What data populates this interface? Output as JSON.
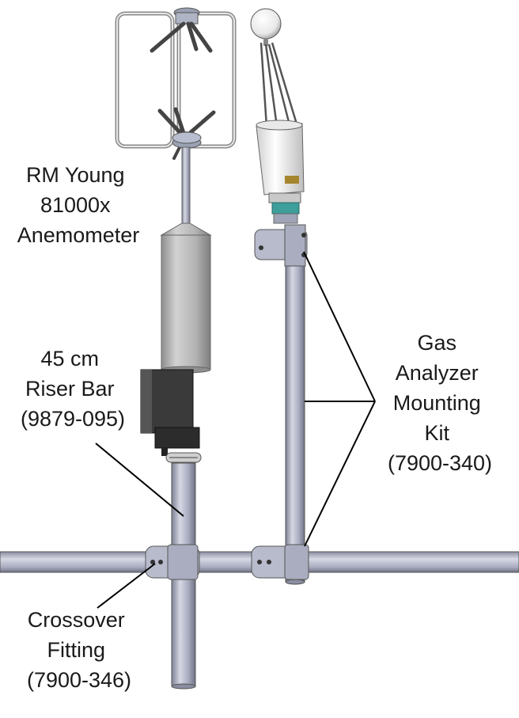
{
  "labels": {
    "anemometer": [
      "RM Young",
      "81000x",
      "Anemometer"
    ],
    "riser_bar": [
      "45 cm",
      "Riser Bar",
      "(9879-095)"
    ],
    "gas_kit": [
      "Gas",
      "Analyzer",
      "Mounting",
      "Kit",
      "(7900-340)"
    ],
    "crossover": [
      "Crossover",
      "Fitting",
      "(7900-346)"
    ]
  },
  "colors": {
    "pipe": "#a9acbf",
    "pipe_shadow": "#7d8093",
    "pipe_highlight": "#d6d8e4",
    "body_gray": "#b5b5b5",
    "dark_box": "#333333",
    "line": "#000000",
    "teal": "#3d9e9a"
  }
}
